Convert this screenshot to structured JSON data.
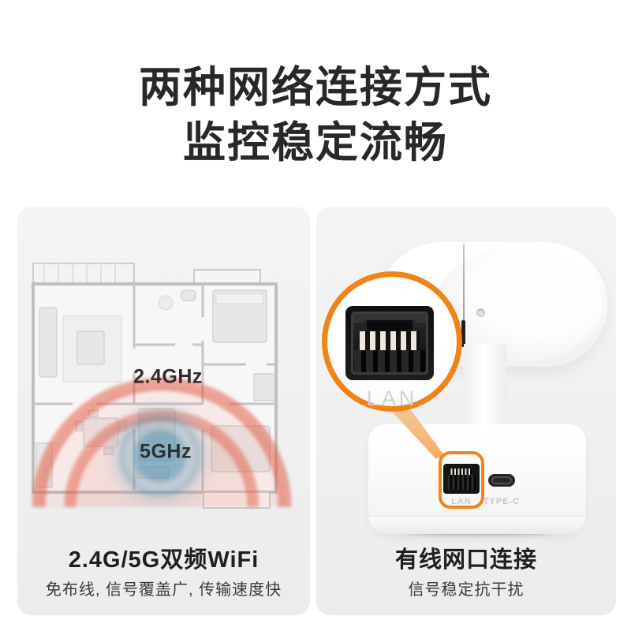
{
  "title": {
    "line1": "两种网络连接方式",
    "line2": "监控稳定流畅"
  },
  "panels": {
    "wifi": {
      "band_24": "2.4GHz",
      "band_5": "5GHz",
      "caption_title": "2.4G/5G双频WiFi",
      "caption_sub": "免布线, 信号覆盖广, 传输速度快"
    },
    "wired": {
      "magnifier_label": "LAN",
      "lan_port_label": "LAN",
      "typec_port_label": "TYPE-C",
      "caption_title": "有线网口连接",
      "caption_sub": "信号稳定抗干扰"
    }
  },
  "colors": {
    "accent_orange": "#F08418",
    "wifi_24_red": "#E3543C",
    "wifi_5_blue": "#4A9CBE",
    "title_text": "#282828",
    "panel_bg": "#F0F0F1",
    "ghost_label_gray": "#D2D2D2"
  }
}
